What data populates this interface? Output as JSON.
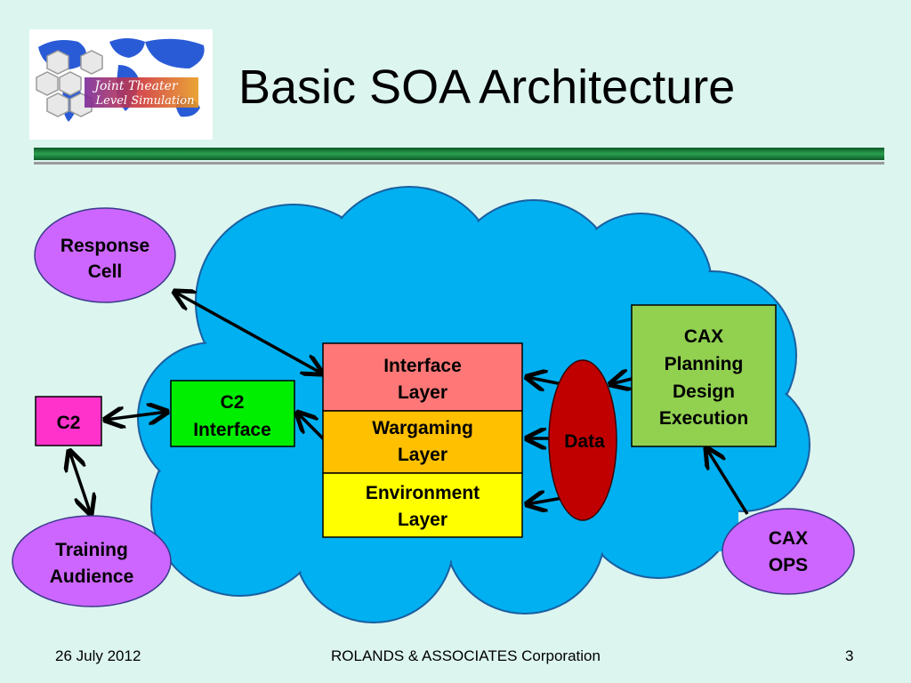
{
  "slide": {
    "title": "Basic SOA Architecture"
  },
  "logo": {
    "line1": "Joint Theater",
    "line2": "Level Simulation"
  },
  "nodes": {
    "response_cell": [
      "Response",
      "Cell"
    ],
    "c2": "C2",
    "c2_interface": [
      "C2",
      "Interface"
    ],
    "training_audience": [
      "Training",
      "Audience"
    ],
    "interface_layer": [
      "Interface",
      "Layer"
    ],
    "wargaming_layer": [
      "Wargaming",
      "Layer"
    ],
    "environment_layer": [
      "Environment",
      "Layer"
    ],
    "data": "Data",
    "cax_planning": [
      "CAX",
      "Planning",
      "Design",
      "Execution"
    ],
    "cax_ops": [
      "CAX",
      "OPS"
    ]
  },
  "colors": {
    "background": "#dcf5ef",
    "cloud": "#00b0f0",
    "ellipse_purple": "#cc66ff",
    "c2_magenta": "#ff33cc",
    "c2_interface_green": "#00ee00",
    "interface_layer": "#ff7777",
    "wargaming_layer": "#ffc000",
    "environment_layer": "#ffff00",
    "data_red": "#c00000",
    "cax_green": "#92d050",
    "divider_green": "#1a7a3a"
  },
  "footer": {
    "date": "26 July 2012",
    "company": "ROLANDS & ASSOCIATES Corporation",
    "page": "3"
  }
}
